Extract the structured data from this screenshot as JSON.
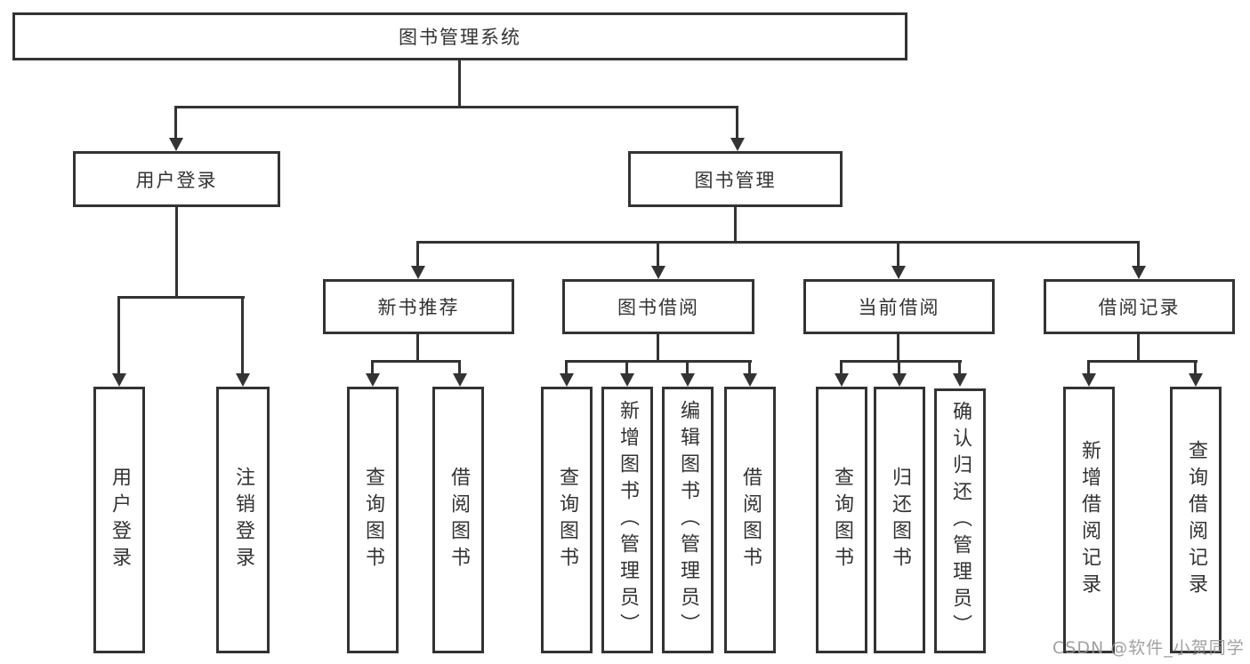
{
  "diagram": {
    "type": "hierarchy-tree",
    "colors": {
      "line": "#333333",
      "box_border": "#333333",
      "box_fill": "#ffffff",
      "text": "#333333",
      "watermark": "#949494",
      "background": "#ffffff"
    }
  },
  "tree": {
    "label": "图书管理系统",
    "children": [
      {
        "label": "用户登录",
        "children": [
          {
            "label": "用户登录"
          },
          {
            "label": "注销登录"
          }
        ]
      },
      {
        "label": "图书管理",
        "children": [
          {
            "label": "新书推荐",
            "children": [
              {
                "label": "查询图书"
              },
              {
                "label": "借阅图书"
              }
            ]
          },
          {
            "label": "图书借阅",
            "children": [
              {
                "label": "查询图书"
              },
              {
                "label": "新增图书（管理员）"
              },
              {
                "label": "编辑图书（管理员）"
              },
              {
                "label": "借阅图书"
              }
            ]
          },
          {
            "label": "当前借阅",
            "children": [
              {
                "label": "查询图书"
              },
              {
                "label": "归还图书"
              },
              {
                "label": "确认归还（管理员）"
              }
            ]
          },
          {
            "label": "借阅记录",
            "children": [
              {
                "label": "新增借阅记录"
              },
              {
                "label": "查询借阅记录"
              }
            ]
          }
        ]
      }
    ]
  },
  "watermark": {
    "text": "CSDN @软件_小贺同学"
  }
}
